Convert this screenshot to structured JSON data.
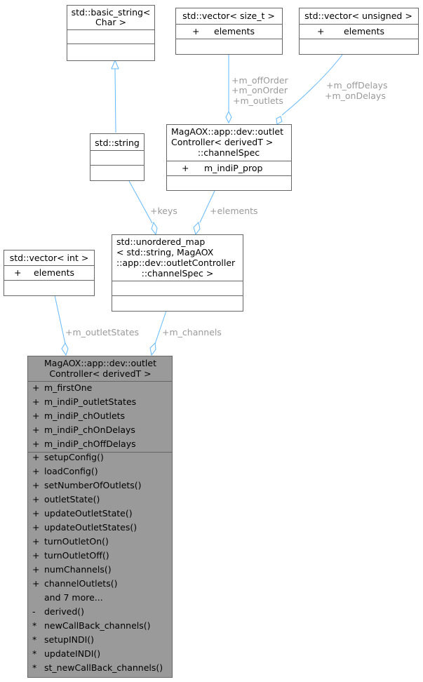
{
  "colors": {
    "edge": "#63b8ff",
    "box_border": "#666666",
    "main_fill": "#9a9a9a",
    "edge_label": "#9a9a9a"
  },
  "classes": {
    "basic_string": {
      "title": [
        "std::basic_string<",
        "Char >"
      ]
    },
    "vector_size_t": {
      "title": [
        "std::vector< size_t >"
      ],
      "attr_vis": "+",
      "attr": "elements"
    },
    "vector_unsigned": {
      "title": [
        "std::vector< unsigned >"
      ],
      "attr_vis": "+",
      "attr": "elements"
    },
    "string": {
      "title": [
        "std::string"
      ]
    },
    "channel_spec": {
      "title": [
        "MagAOX::app::dev::outlet",
        "Controller< derivedT >",
        "::channelSpec"
      ],
      "attr_vis": "+",
      "attr": "m_indiP_prop"
    },
    "vector_int": {
      "title": [
        "std::vector< int >"
      ],
      "attr_vis": "+",
      "attr": "elements"
    },
    "unordered_map": {
      "title": [
        "std::unordered_map",
        "< std::string, MagAOX",
        "::app::dev::outletController",
        "::channelSpec >"
      ]
    },
    "outlet_controller": {
      "title": [
        "MagAOX::app::dev::outlet",
        "Controller< derivedT >"
      ],
      "attributes": [
        {
          "vis": "+",
          "name": "m_firstOne"
        },
        {
          "vis": "+",
          "name": "m_indiP_outletStates"
        },
        {
          "vis": "+",
          "name": "m_indiP_chOutlets"
        },
        {
          "vis": "+",
          "name": "m_indiP_chOnDelays"
        },
        {
          "vis": "+",
          "name": "m_indiP_chOffDelays"
        }
      ],
      "methods": [
        {
          "vis": "+",
          "name": "setupConfig()"
        },
        {
          "vis": "+",
          "name": "loadConfig()"
        },
        {
          "vis": "+",
          "name": "setNumberOfOutlets()"
        },
        {
          "vis": "+",
          "name": "outletState()"
        },
        {
          "vis": "+",
          "name": "updateOutletState()"
        },
        {
          "vis": "+",
          "name": "updateOutletStates()"
        },
        {
          "vis": "+",
          "name": "turnOutletOn()"
        },
        {
          "vis": "+",
          "name": "turnOutletOff()"
        },
        {
          "vis": "+",
          "name": "numChannels()"
        },
        {
          "vis": "+",
          "name": "channelOutlets()"
        },
        {
          "vis": "",
          "name": "and 7 more..."
        },
        {
          "vis": "-",
          "name": "derived()"
        },
        {
          "vis": "*",
          "name": "newCallBack_channels()"
        },
        {
          "vis": "*",
          "name": "setupINDI()"
        },
        {
          "vis": "*",
          "name": "updateINDI()"
        },
        {
          "vis": "*",
          "name": "st_newCallBack_channels()"
        }
      ]
    }
  },
  "edge_labels": {
    "order_outlets": [
      "+m_offOrder",
      "+m_onOrder",
      "+m_outlets"
    ],
    "delays": [
      "+m_offDelays",
      "+m_onDelays"
    ],
    "keys": [
      "+keys"
    ],
    "elements": [
      "+elements"
    ],
    "outlet_states": [
      "+m_outletStates"
    ],
    "channels": [
      "+m_channels"
    ]
  }
}
